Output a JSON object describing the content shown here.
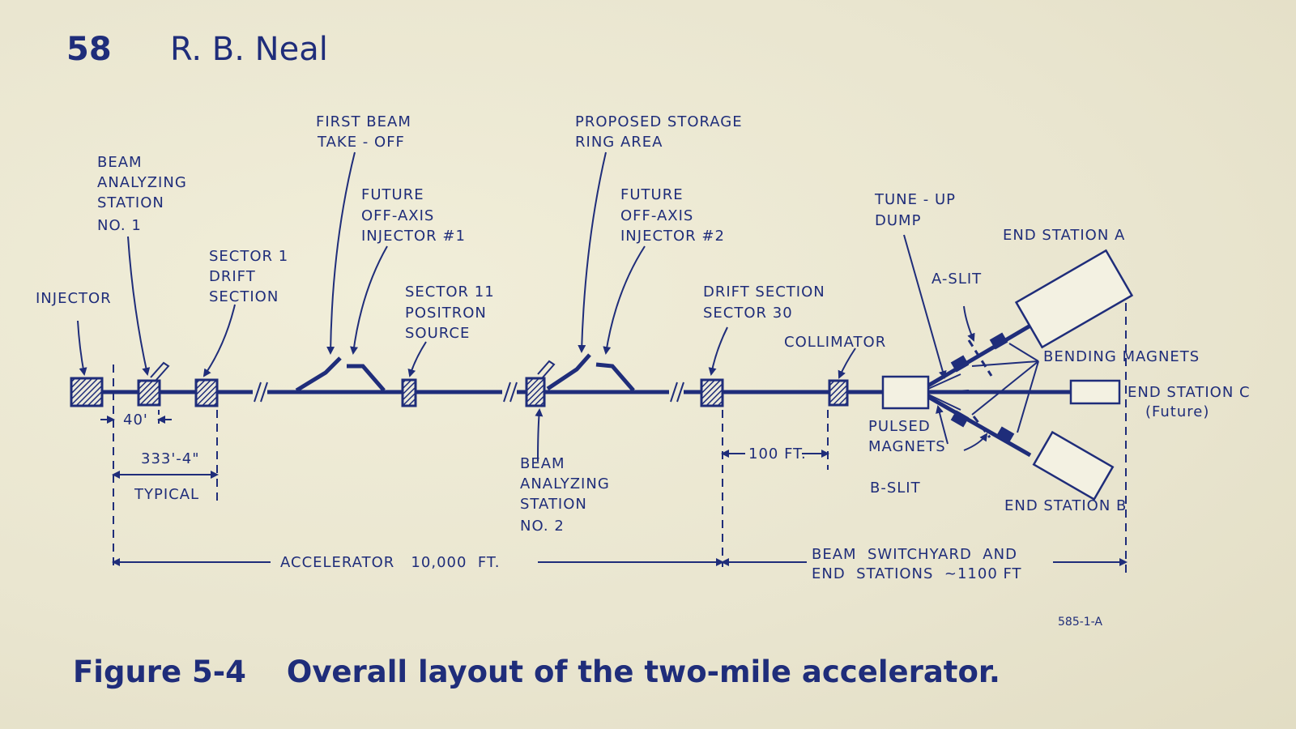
{
  "header": {
    "page_number": "58",
    "author": "R. B. Neal"
  },
  "caption": {
    "label": "Figure 5-4",
    "text": "Overall layout of the two-mile accelerator."
  },
  "colors": {
    "ink": "#1f2d7a",
    "paper": "#ece8d3"
  },
  "labels": {
    "injector": "INJECTOR",
    "bas1": [
      "BEAM",
      "ANALYZING",
      "STATION",
      "NO. 1"
    ],
    "sector1": [
      "SECTOR 1",
      "DRIFT",
      "SECTION"
    ],
    "first_beam": [
      "FIRST BEAM",
      "TAKE - OFF"
    ],
    "future_inj1": [
      "FUTURE",
      "OFF-AXIS",
      "INJECTOR #1"
    ],
    "sector11": [
      "SECTOR 11",
      "POSITRON",
      "SOURCE"
    ],
    "proposed_storage": [
      "PROPOSED STORAGE",
      "RING AREA"
    ],
    "future_inj2": [
      "FUTURE",
      "OFF-AXIS",
      "INJECTOR #2"
    ],
    "bas2": [
      "BEAM",
      "ANALYZING",
      "STATION",
      "NO. 2"
    ],
    "drift30": [
      "DRIFT SECTION",
      "SECTOR 30"
    ],
    "collimator": "COLLIMATOR",
    "tune_up": [
      "TUNE - UP",
      "DUMP"
    ],
    "end_a": "END STATION A",
    "a_slit": "A-SLIT",
    "bending": "BENDING MAGNETS",
    "end_c": "END STATION C",
    "end_c_future": "(Future)",
    "pulsed": [
      "PULSED",
      "MAGNETS"
    ],
    "b_slit": "B-SLIT",
    "end_b": "END STATION B",
    "dim_40": "40'",
    "dim_333": "333'-4\"",
    "typical": "TYPICAL",
    "dim_100": "100 FT.",
    "accelerator": "ACCELERATOR   10,000  FT.",
    "switchyard": [
      "BEAM  SWITCHYARD  AND",
      "END  STATIONS  ~1100 FT"
    ],
    "drawing_no": "585-1-A"
  }
}
